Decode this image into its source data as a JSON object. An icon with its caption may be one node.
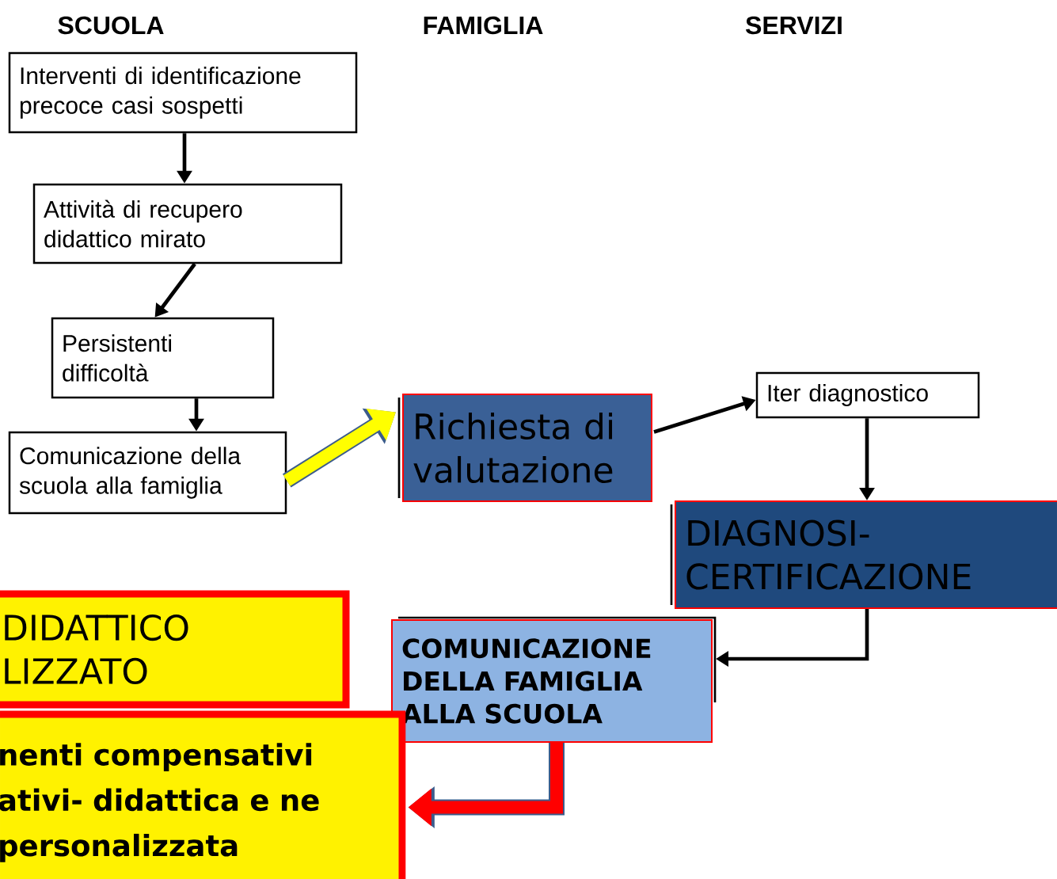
{
  "diagram": {
    "nodes": [
      {
        "text": [
          "Interventi di identificazione precoce casi sospetti"
        ]
      },
      {
        "text": [
          "Attività di recupero didattico mirato"
        ]
      },
      {
        "text": [
          "Persistenti difficoltà"
        ]
      },
      {
        "text": [
          "Comunicazione della scuola alla famiglia"
        ]
      },
      {
        "text": [
          "Richiesta di valutazione"
        ]
      },
      {
        "text": [
          "Iter diagnostico"
        ]
      },
      {
        "text": [
          "DIAGNOSI- CERTIFICAZIONE"
        ]
      },
      {
        "text": [
          "COMUNICAZIONE DELLA FAMIGLIA ALLA SCUOLA"
        ]
      },
      {
        "text": [
          "DIDATTICO LIZZATO"
        ]
      },
      {
        "text": [
          "nenti compensativi ativi- didattica e ne personalizzata"
        ]
      }
    ],
    "edges": [
      {
        "from": 0,
        "to": 1,
        "arrow": "to"
      },
      {
        "from": 1,
        "to": 2,
        "arrow": "to"
      },
      {
        "from": 2,
        "to": 3,
        "arrow": "to"
      },
      {
        "from": 3,
        "to": 4,
        "arrow": "to",
        "style": "thick",
        "color": "#ffff00"
      },
      {
        "from": 4,
        "to": 5,
        "arrow": "to"
      },
      {
        "from": 5,
        "to": 6,
        "arrow": "to"
      },
      {
        "from": 6,
        "to": 7,
        "arrow": "to"
      },
      {
        "from": 7,
        "to": 9,
        "arrow": "to",
        "style": "thick",
        "color": "#ff0000"
      }
    ],
    "labels": [
      "SCUOLA",
      "FAMIGLIA",
      "SERVIZI"
    ]
  }
}
